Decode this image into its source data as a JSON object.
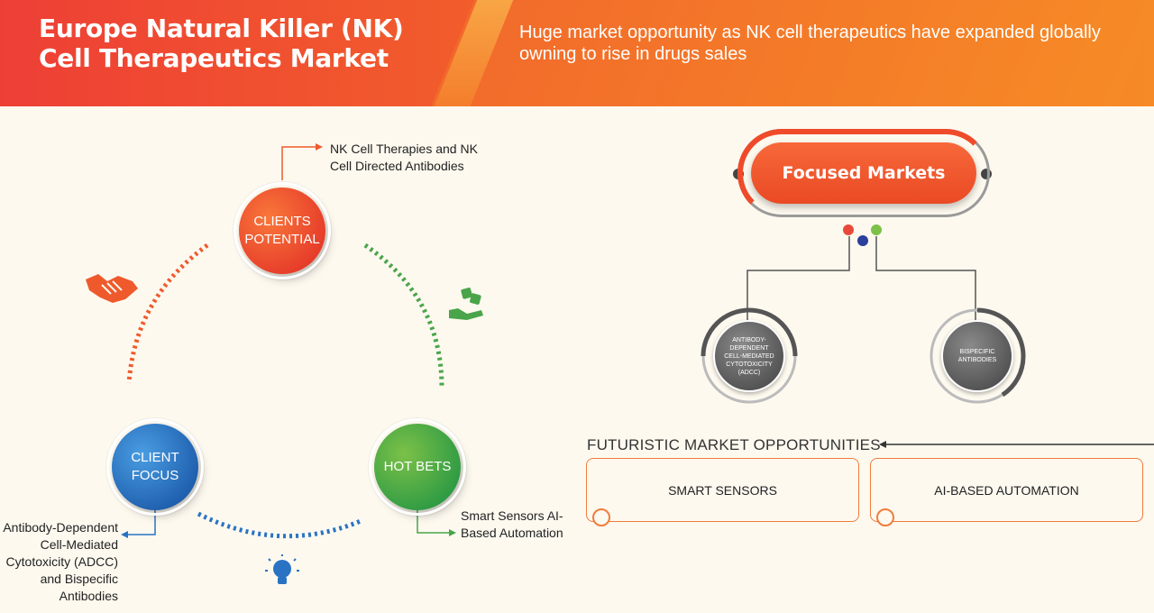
{
  "header": {
    "title": "Europe Natural Killer (NK) Cell Therapeutics Market",
    "tagline": "Huge market opportunity as NK cell therapeutics have expanded globally owning to rise in drugs sales"
  },
  "diagram": {
    "clients_potential": {
      "label": "CLIENTS POTENTIAL",
      "note": "NK Cell Therapies and NK Cell Directed Antibodies",
      "color": "#ee4a2c"
    },
    "client_focus": {
      "label": "CLIENT FOCUS",
      "note": "Antibody-Dependent Cell-Mediated Cytotoxicity (ADCC) and Bispecific Antibodies",
      "color": "#2a73c4"
    },
    "hot_bets": {
      "label": "HOT BETS",
      "note": "Smart Sensors AI-Based Automation",
      "color": "#45a845"
    },
    "icons": [
      "handshake-icon",
      "dice-hand-icon",
      "lightbulb-icon"
    ]
  },
  "focused_markets": {
    "label": "Focused Markets",
    "items": [
      "ANTIBODY-DEPENDENT CELL-MEDIATED CYTOTOXICITY (ADCC)",
      "BISPECIFIC ANTIBODIES"
    ],
    "dot_colors": [
      "#e8493a",
      "#2b3f9c",
      "#7cc148"
    ]
  },
  "futuristic": {
    "title": "FUTURISTIC MARKET OPPORTUNITIES",
    "items": [
      "SMART SENSORS",
      "AI-BASED AUTOMATION"
    ]
  }
}
